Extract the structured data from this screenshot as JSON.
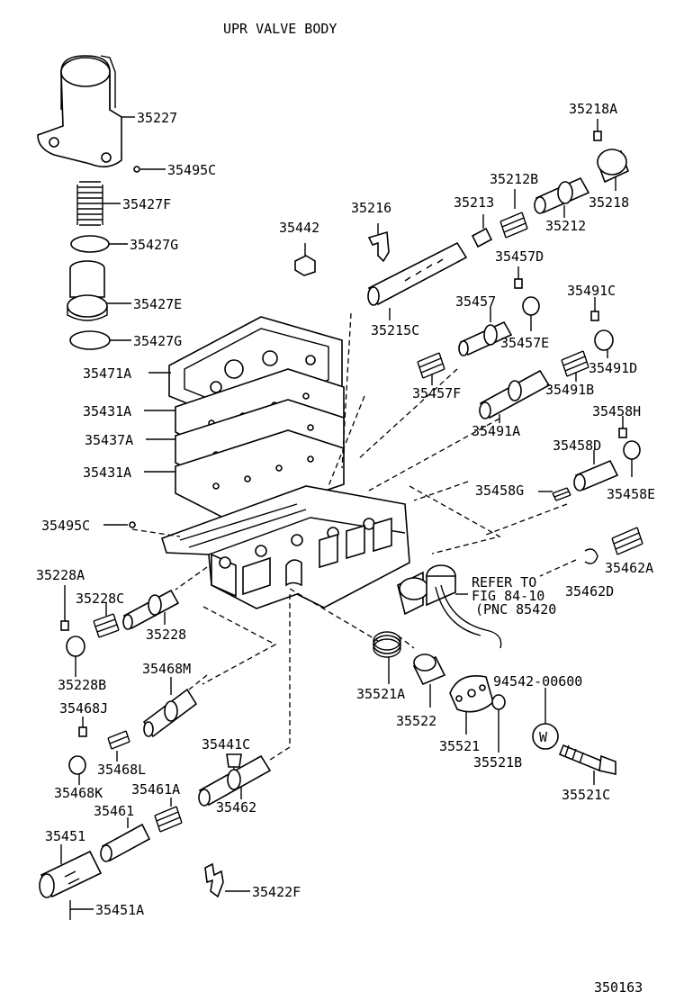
{
  "title": "UPR VALVE BODY",
  "figure_number": "350163",
  "refer_note": {
    "line1": "REFER TO",
    "line2": "FIG 84-10",
    "line3": "(PNC 85420"
  },
  "w_symbol": "W",
  "parts": [
    "35227",
    "35495C",
    "35427F",
    "35427G",
    "35427E",
    "35427G",
    "35471A",
    "35431A",
    "35437A",
    "35431A",
    "35495C",
    "35442",
    "35216",
    "35215C",
    "35213",
    "35212B",
    "35212",
    "35218",
    "35218A",
    "35457D",
    "35457",
    "35457E",
    "35457F",
    "35491C",
    "35491D",
    "35491B",
    "35491A",
    "35458H",
    "35458D",
    "35458G",
    "35458E",
    "35462A",
    "35462D",
    "35228A",
    "35228C",
    "35228",
    "35228B",
    "35468M",
    "35468J",
    "35468L",
    "35468K",
    "35441C",
    "35461A",
    "35462",
    "35461",
    "35451",
    "35451A",
    "35422F",
    "35521A",
    "35522",
    "35521",
    "35521B",
    "94542-00600",
    "35521C"
  ]
}
